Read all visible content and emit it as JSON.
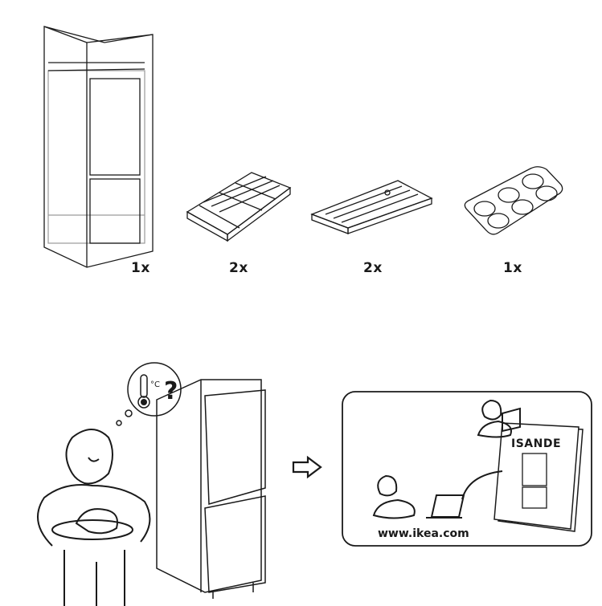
{
  "contents": {
    "items": [
      {
        "name": "fridge-housing",
        "qty": "1x"
      },
      {
        "name": "ice-cube-tray",
        "qty": "2x"
      },
      {
        "name": "cold-pack",
        "qty": "2x"
      },
      {
        "name": "egg-tray",
        "qty": "1x"
      }
    ]
  },
  "help": {
    "temp_unit": "°C",
    "question": "?",
    "manual_title": "ISANDE",
    "website": "www.ikea.com"
  },
  "colors": {
    "line": "#1a1a1a",
    "light_line": "#9a9a9a"
  }
}
